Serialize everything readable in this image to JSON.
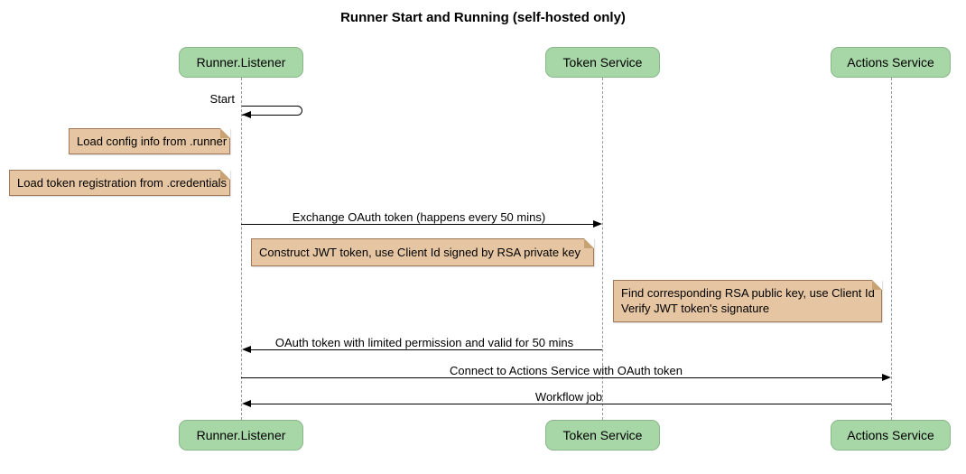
{
  "title": "Runner Start and Running (self-hosted only)",
  "participants": [
    {
      "label": "Runner.Listener"
    },
    {
      "label": "Token Service"
    },
    {
      "label": "Actions Service"
    }
  ],
  "messages": {
    "start": "Start",
    "exchange": "Exchange OAuth token (happens every 50 mins)",
    "oauth_return": "OAuth token with limited permission and valid for 50 mins",
    "connect": "Connect to Actions Service with OAuth token",
    "workflow": "Workflow job"
  },
  "notes": {
    "load_config": "Load config info from .runner",
    "load_token": "Load token registration from .credentials",
    "construct_jwt": "Construct JWT token, use Client Id signed by RSA private key",
    "find_rsa": [
      "Find corresponding RSA public key, use Client Id",
      "Verify JWT token's signature"
    ]
  },
  "colors": {
    "participant_fill": "#A7D7A7",
    "participant_border": "#89B789",
    "note_fill": "#E6C6A2",
    "note_border": "#A0795A",
    "lifeline": "#999999",
    "arrow": "#000000",
    "background": "#FFFFFF",
    "text": "#000000"
  }
}
